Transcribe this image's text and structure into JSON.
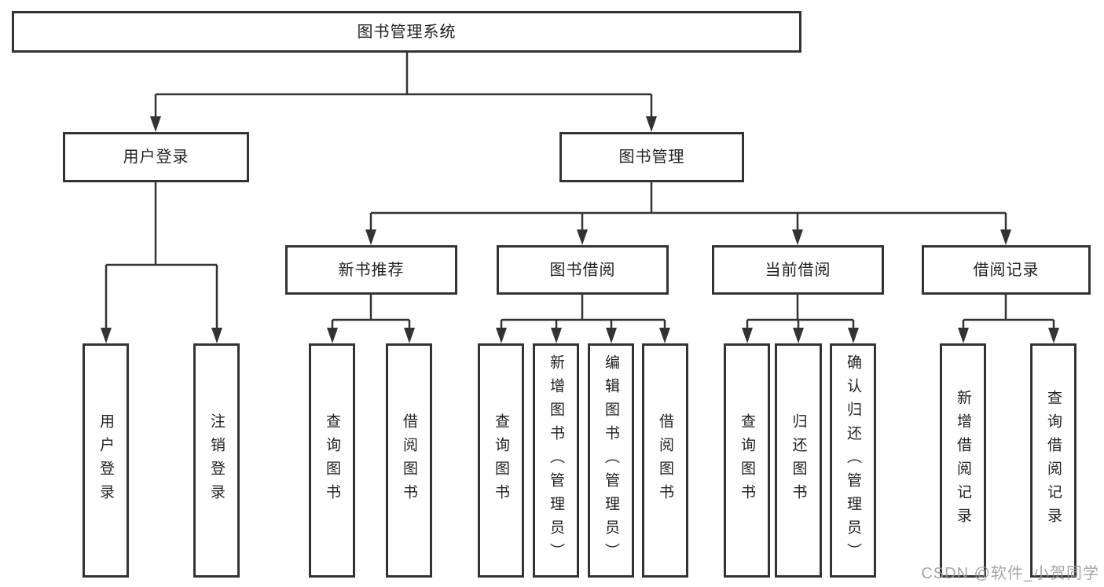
{
  "page": {
    "background": "#ffffff"
  },
  "style": {
    "line_color": "#333333",
    "box_border_color": "#333333",
    "text_color": "#222222",
    "watermark_color": "#9c9c9c"
  },
  "watermark": {
    "text": "CSDN @软件_小贺同学"
  },
  "tree": {
    "label": "图书管理系统",
    "children": [
      {
        "label": "用户登录",
        "children": [
          {
            "label": "用户登录"
          },
          {
            "label": "注销登录"
          }
        ]
      },
      {
        "label": "图书管理",
        "children": [
          {
            "label": "新书推荐",
            "children": [
              {
                "label": "查询图书"
              },
              {
                "label": "借阅图书"
              }
            ]
          },
          {
            "label": "图书借阅",
            "children": [
              {
                "label": "查询图书"
              },
              {
                "label": "新增图书（管理员）"
              },
              {
                "label": "编辑图书（管理员）"
              },
              {
                "label": "借阅图书"
              }
            ]
          },
          {
            "label": "当前借阅",
            "children": [
              {
                "label": "查询图书"
              },
              {
                "label": "归还图书"
              },
              {
                "label": "确认归还（管理员）"
              }
            ]
          },
          {
            "label": "借阅记录",
            "children": [
              {
                "label": "新增借阅记录"
              },
              {
                "label": "查询借阅记录"
              }
            ]
          }
        ]
      }
    ]
  }
}
